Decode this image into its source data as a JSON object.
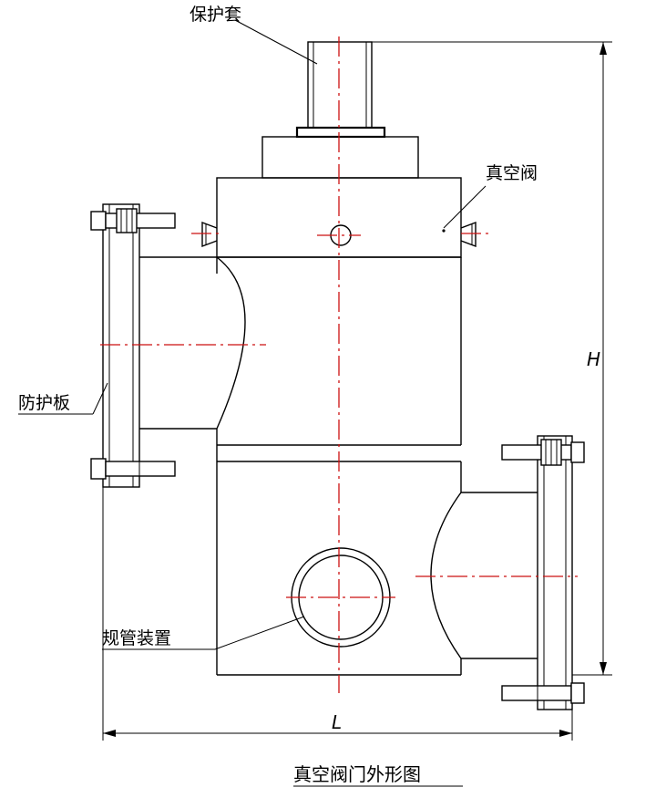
{
  "labels": {
    "cover": "保护套",
    "vacuum_valve": "真空阀",
    "guard_plate": "防护板",
    "gauge_device": "规管装置",
    "dim_height": "H",
    "dim_length": "L"
  },
  "caption": "真空阀门外形图",
  "colors": {
    "outline": "#000000",
    "centerline": "#cc1111",
    "background": "#ffffff"
  }
}
